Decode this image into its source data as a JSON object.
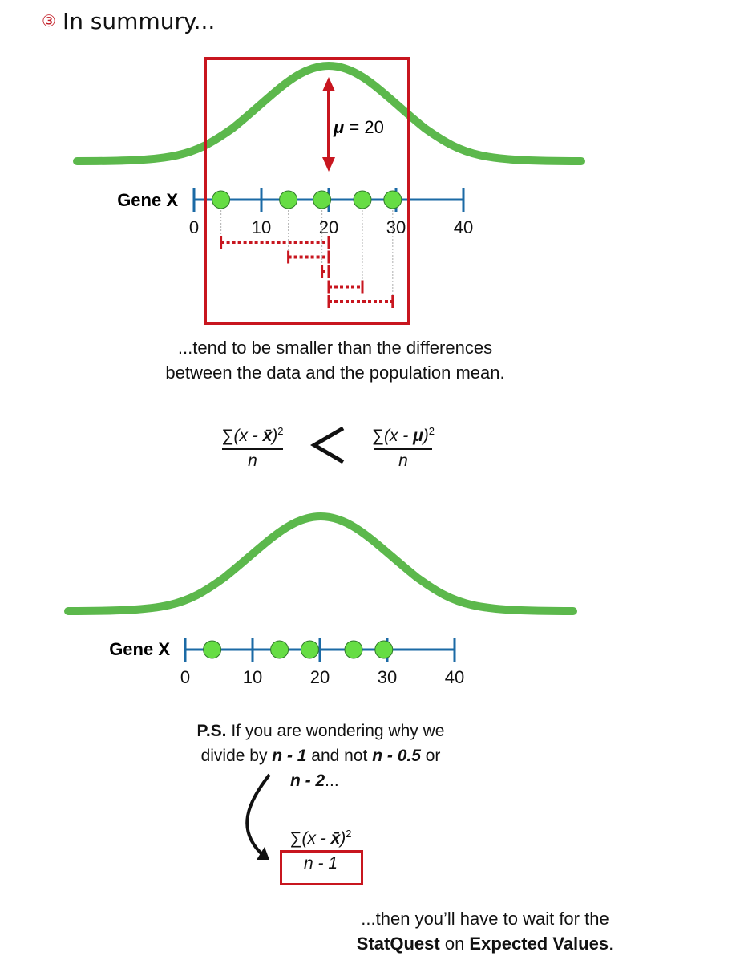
{
  "heading": {
    "marker": "③",
    "text": "In summury..."
  },
  "top_panel": {
    "gene_label": "Gene X",
    "axis_ticks": [
      "0",
      "10",
      "20",
      "30",
      "40"
    ],
    "mu_label_symbol": "μ",
    "mu_label_rest": " = 20",
    "data_points": [
      4,
      14,
      19,
      25,
      29.5
    ],
    "mean": 20,
    "highlight_color": "#c8161f",
    "curve_color": "#5cb84c",
    "axis_color": "#1b6aa5",
    "point_color": "#66dd44"
  },
  "caption": {
    "line1": "...tend to be smaller than the differences",
    "line2": "between the data and the population mean."
  },
  "inequality": {
    "left_sum": "∑",
    "left_num_a": "(x - ",
    "left_num_b": "x̄",
    "left_num_c": ")",
    "left_exp": "2",
    "left_den": "n",
    "sign": "<",
    "right_sum": "∑",
    "right_num_a": "(x - ",
    "right_num_b": "μ",
    "right_num_c": ")",
    "right_exp": "2",
    "right_den": "n"
  },
  "bottom_panel": {
    "gene_label": "Gene X",
    "axis_ticks": [
      "0",
      "10",
      "20",
      "30",
      "40"
    ],
    "data_points": [
      4,
      14,
      18.5,
      25,
      29.5
    ]
  },
  "ps": {
    "lead": "P.S.",
    "line1_rest": " If you are wondering why we",
    "line2_a": "divide by ",
    "line2_b": "n - 1",
    "line2_c": " and not ",
    "line2_d": "n - 0.5",
    "line2_e": " or",
    "line3_a": "n - 2",
    "line3_b": "..."
  },
  "boxed_formula": {
    "sum": "∑",
    "num_a": "(x - ",
    "num_b": "x̄",
    "num_c": ")",
    "exp": "2",
    "den": "n - 1"
  },
  "final": {
    "line1": "...then you’ll have to wait for the",
    "line2_a": "StatQuest",
    "line2_b": " on ",
    "line2_c": "Expected Values",
    "line2_d": "."
  }
}
